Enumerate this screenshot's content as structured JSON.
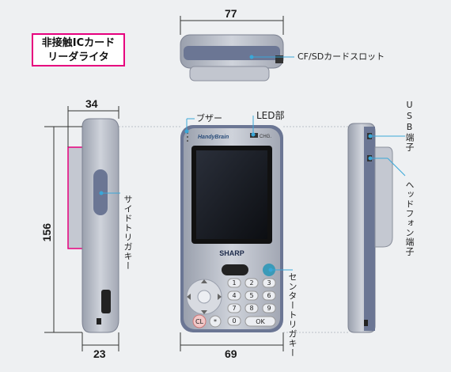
{
  "dimensions": {
    "top_width": "77",
    "side_depth": "34",
    "height": "156",
    "side_bottom": "23",
    "front_width": "69"
  },
  "labels": {
    "ic_reader_line1": "非接触ICカード",
    "ic_reader_line2": "リーダライタ",
    "cf_sd_slot": "CF/SDカードスロット",
    "buzzer": "ブザー",
    "led": "LED部",
    "side_trigger": "サイドトリガキー",
    "center_trigger": "センタートリガキー",
    "usb_port": "USB端子",
    "headphone_port": "ヘッドフォン端子"
  },
  "device": {
    "brand": "SHARP",
    "model_logo": "HandyBrain",
    "chg": "CHG.",
    "keys": [
      "1",
      "2",
      "3",
      "4",
      "5",
      "6",
      "7",
      "8",
      "9",
      "0",
      "OK",
      "CL",
      "*"
    ]
  },
  "colors": {
    "body_gray": "#b8bcc6",
    "frame_blue": "#6b7694",
    "accent_pink": "#e6007e",
    "leader_blue": "#3aa7d8"
  }
}
